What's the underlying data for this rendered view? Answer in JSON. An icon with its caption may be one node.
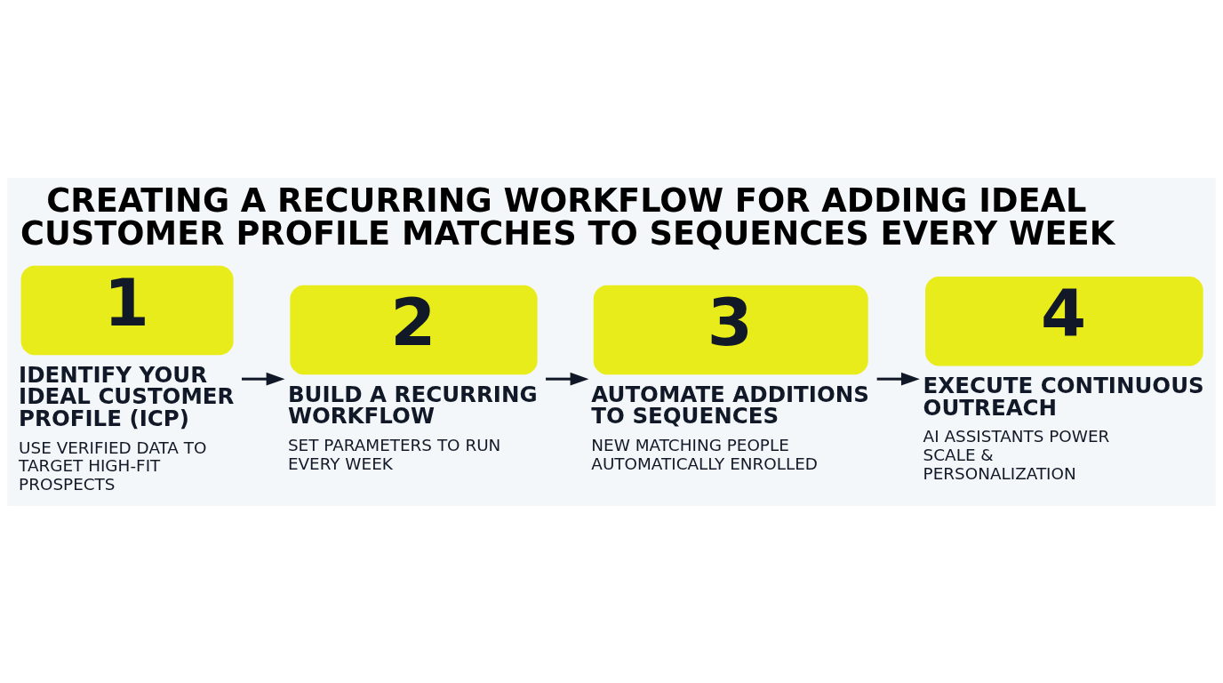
{
  "diagram": {
    "title": "CREATING A RECURRING WORKFLOW FOR ADDING IDEAL CUSTOMER PROFILE MATCHES TO SEQUENCES EVERY WEEK",
    "nodes": [
      {
        "text": [
          "1",
          "IDENTIFY YOUR IDEAL CUSTOMER PROFILE (ICP)",
          "USE VERIFIED DATA TO TARGET HIGH-FIT PROSPECTS"
        ]
      },
      {
        "text": [
          "2",
          "BUILD A RECURRING WORKFLOW",
          "SET PARAMETERS TO RUN EVERY WEEK"
        ]
      },
      {
        "text": [
          "3",
          "AUTOMATE ADDITIONS TO SEQUENCES",
          "NEW MATCHING PEOPLE AUTOMATICALLY ENROLLED"
        ]
      },
      {
        "text": [
          "4",
          "EXECUTE CONTINUOUS OUTREACH",
          "AI ASSISTANTS POWER SCALE & PERSONALIZATION"
        ]
      }
    ],
    "edges": [
      {
        "from": 0,
        "to": 1,
        "arrow": "to"
      },
      {
        "from": 1,
        "to": 2,
        "arrow": "to"
      },
      {
        "from": 2,
        "to": 3,
        "arrow": "to"
      }
    ]
  }
}
